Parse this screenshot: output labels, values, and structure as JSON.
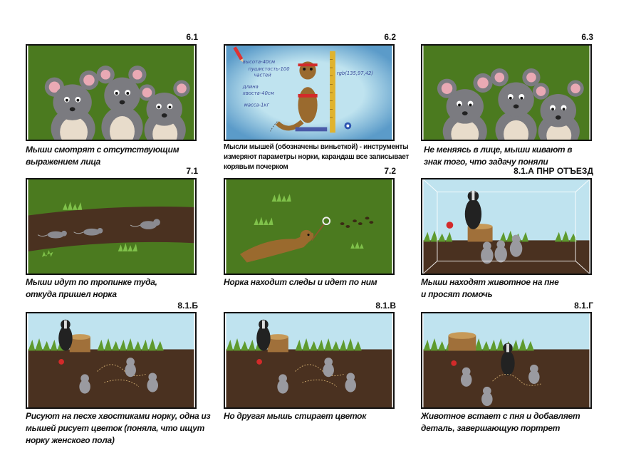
{
  "panels": [
    {
      "num": "6.1",
      "caption": "Мыши смотрят с отсутствующим\nвыражением лица"
    },
    {
      "num": "6.2",
      "caption": "Мысли мышей (обозначены виньеткой) -  инструменты\nизмеряют параметры норки, карандаш все записывает\nкорявым почерком"
    },
    {
      "num": "6.3",
      "caption": "Не меняясь в лице, мыши кивают в\nзнак того, что задачу поняли"
    },
    {
      "num": "7.1",
      "caption": "Мыши идут по тропинке туда,\nоткуда пришел норка"
    },
    {
      "num": "7.2",
      "caption": "Норка находит следы и идет по ним"
    },
    {
      "num": "8.1.А ПНР ОТЪЕЗД",
      "caption": "Мыши находят животное на пне\nи просят помочь"
    },
    {
      "num": "8.1.Б",
      "caption": "Рисуют на песхе хвостиками норку, одна из\nмышей рисует цветок (поняла, что ищут\nнорку женского пола)"
    },
    {
      "num": "8.1.В",
      "caption": "Но другая мышь стирает цветок"
    },
    {
      "num": "8.1.Г",
      "caption": "Животное встает с пня и добавляет\nдеталь, завершающую портрет"
    }
  ],
  "sketch_notes": {
    "line1": "высота-40см",
    "line2": "пушистость-100",
    "line3": "частей",
    "line4": "длина",
    "line5": "хвоста-40см",
    "line6": "масса-1кг",
    "rgb": "rgb(135,97,42)"
  },
  "colors": {
    "grass_green": "#4b7a1f",
    "mouse_gray": "#7b7b80",
    "mink_brown": "#9a6a2e",
    "sky_blue": "#bfe3ef",
    "earth_brown": "#4a3120"
  }
}
